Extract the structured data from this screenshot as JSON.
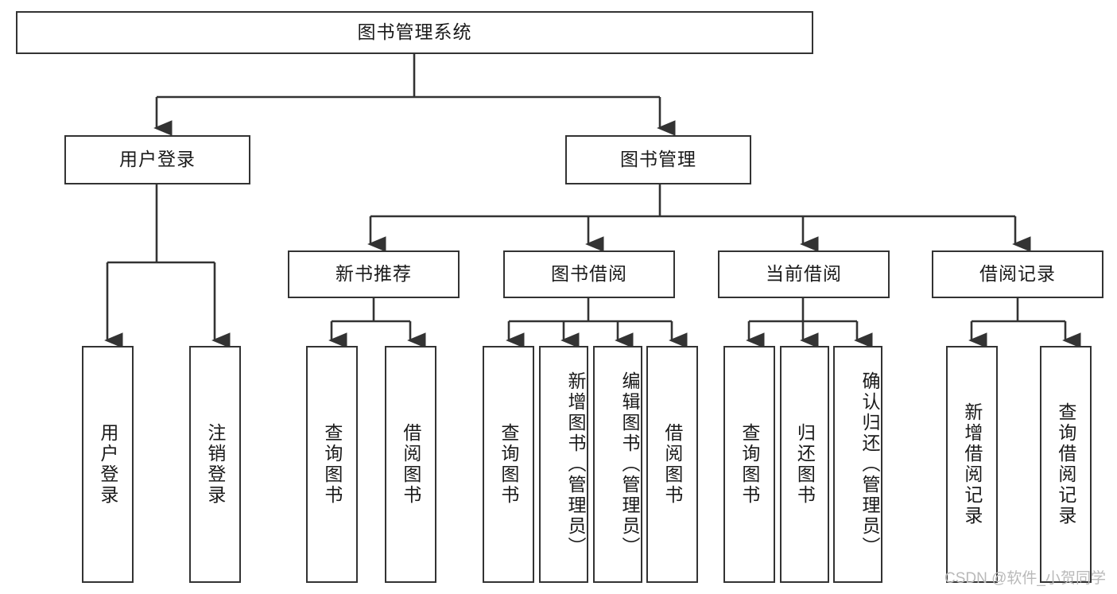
{
  "diagram": {
    "title": "图书管理系统",
    "type": "tree-hierarchy-diagram",
    "root": {
      "label": "图书管理系统"
    },
    "level2": [
      {
        "id": "user-login",
        "label": "用户登录"
      },
      {
        "id": "book-management",
        "label": "图书管理"
      }
    ],
    "level3": [
      {
        "id": "new-book-recommend",
        "label": "新书推荐"
      },
      {
        "id": "book-borrow",
        "label": "图书借阅"
      },
      {
        "id": "current-borrow",
        "label": "当前借阅"
      },
      {
        "id": "borrow-record",
        "label": "借阅记录"
      }
    ],
    "leaves": {
      "user_login": [
        {
          "id": "leaf-user-login",
          "label": "用户登录"
        },
        {
          "id": "leaf-logout-login",
          "label": "注销登录"
        }
      ],
      "new_book_recommend": [
        {
          "id": "leaf-query-book-1",
          "label": "查询图书"
        },
        {
          "id": "leaf-borrow-book-1",
          "label": "借阅图书"
        }
      ],
      "book_borrow": [
        {
          "id": "leaf-query-book-2",
          "label": "查询图书"
        },
        {
          "id": "leaf-add-book",
          "label": "新增图书（管理员）"
        },
        {
          "id": "leaf-edit-book",
          "label": "编辑图书（管理员）"
        },
        {
          "id": "leaf-borrow-book-2",
          "label": "借阅图书"
        }
      ],
      "current_borrow": [
        {
          "id": "leaf-query-book-3",
          "label": "查询图书"
        },
        {
          "id": "leaf-return-book",
          "label": "归还图书"
        },
        {
          "id": "leaf-confirm-return",
          "label": "确认归还（管理员）"
        }
      ],
      "borrow_record": [
        {
          "id": "leaf-add-record",
          "label": "新增借阅记录"
        },
        {
          "id": "leaf-query-record",
          "label": "查询借阅记录"
        }
      ]
    }
  },
  "watermark": {
    "text": "CSDN @软件_小贺同学"
  },
  "colors": {
    "border": "#333333",
    "background": "#ffffff",
    "text": "#1a1a1a",
    "watermark": "#b9b9b9"
  }
}
